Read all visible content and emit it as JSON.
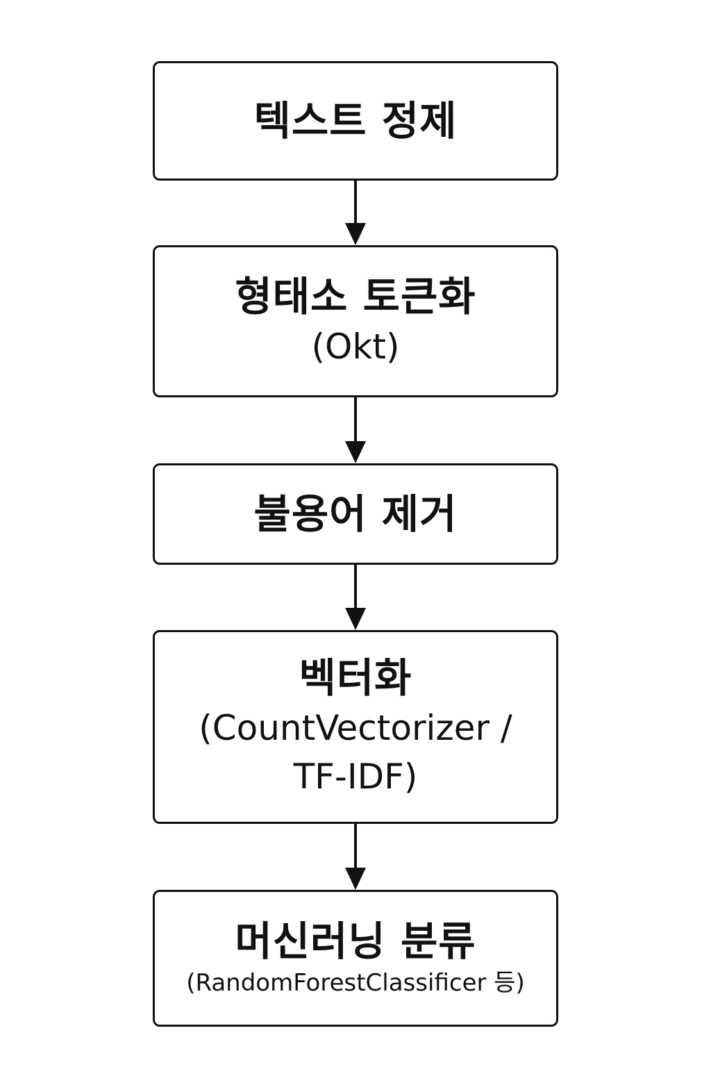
{
  "colors": {
    "stroke": "#111111",
    "background": "#ffffff",
    "text": "#111111"
  },
  "steps": [
    {
      "title": "텍스트 정제",
      "sub": []
    },
    {
      "title": "형태소 토큰화",
      "sub": [
        "(Okt)"
      ]
    },
    {
      "title": "불용어 제거",
      "sub": []
    },
    {
      "title": "벡터화",
      "sub": [
        "(CountVectorizer /",
        "TF-IDF)"
      ]
    },
    {
      "title": "머신러닝 분류",
      "sub": [
        "(RandomForestClassificer 등)"
      ]
    }
  ]
}
